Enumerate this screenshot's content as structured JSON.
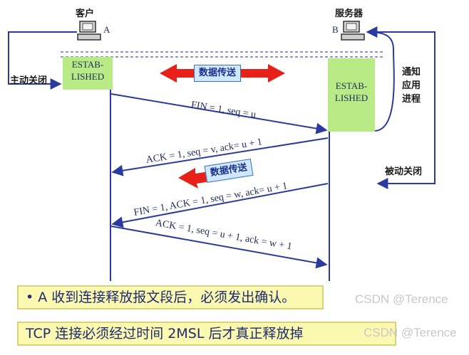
{
  "hosts": {
    "client": {
      "label": "客户",
      "letter": "A"
    },
    "server": {
      "label": "服务器",
      "letter": "B"
    }
  },
  "states": {
    "client_established": "ESTAB-\nLISHED",
    "server_established": "ESTAB-\nLISHED"
  },
  "labels": {
    "active_close": "主动关闭",
    "notify_app": "通知\n应用\n进程",
    "passive_close": "被动关闭",
    "data_transfer_top": "数据传送",
    "data_transfer_mid": "数据传送"
  },
  "segments": [
    "FIN = 1, seq = u",
    "ACK = 1, seq = v, ack= u + 1",
    "FIN = 1, ACK = 1, seq = w, ack= u + 1",
    "ACK = 1, seq = u + 1, ack = w + 1"
  ],
  "notes": {
    "bullet": "•",
    "line1": "A 收到连接释放报文段后，必须发出确认。",
    "line2": "TCP 连接必须经过时间 2MSL 后才真正释放掉"
  },
  "watermarks": {
    "w1": "CSDN @Terence",
    "w2": "CSDN @Terence"
  },
  "colors": {
    "state_box": "#b8eb86",
    "arrow": "#2b3a9e",
    "data_arrow": "#e8201a",
    "note_bg": "#fbf9b0"
  }
}
